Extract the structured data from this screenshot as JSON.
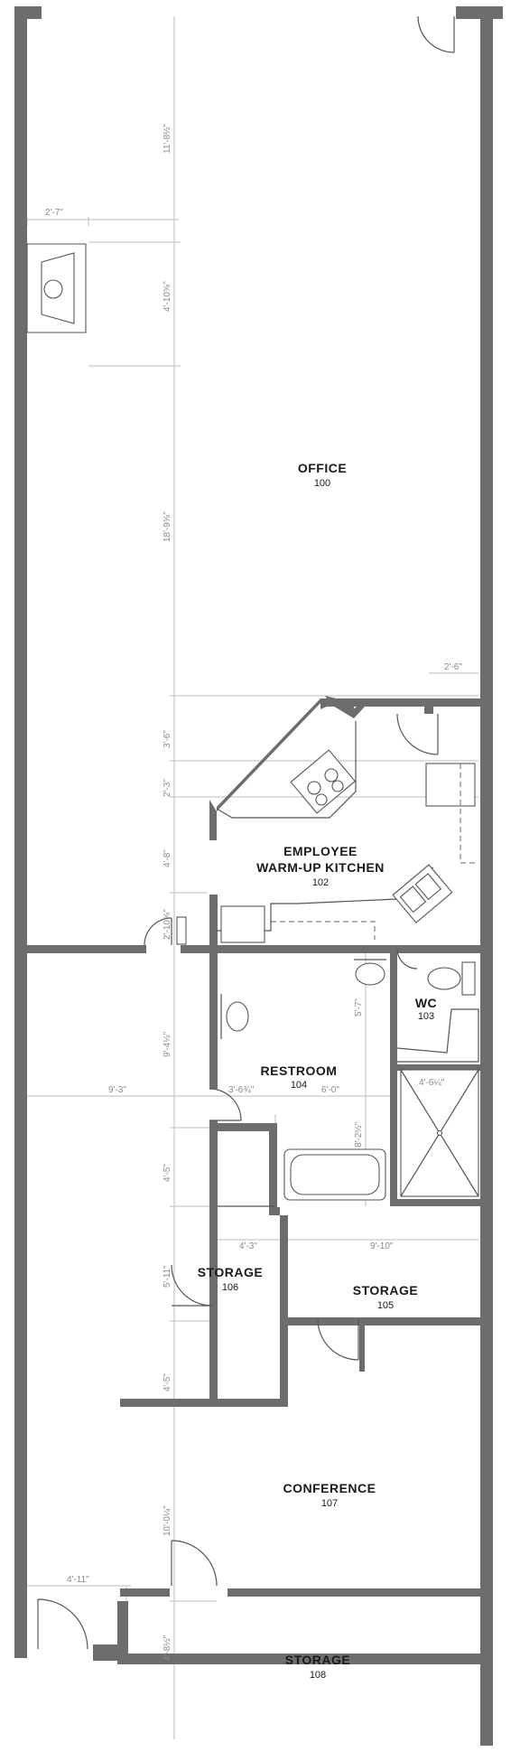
{
  "rooms": [
    {
      "name": "OFFICE",
      "number": "100"
    },
    {
      "name": "EMPLOYEE",
      "name2": "WARM-UP KITCHEN",
      "number": "102"
    },
    {
      "name": "WC",
      "number": "103"
    },
    {
      "name": "RESTROOM",
      "number": "104"
    },
    {
      "name": "STORAGE",
      "number": "105"
    },
    {
      "name": "STORAGE",
      "number": "106"
    },
    {
      "name": "CONFERENCE",
      "number": "107"
    },
    {
      "name": "STORAGE",
      "number": "108"
    }
  ],
  "dimensions": {
    "d_11_8": "11'-8½\"",
    "d_2_7": "2'-7\"",
    "d_4_10": "4'-10⅝\"",
    "d_18_9": "18'-9⅝\"",
    "d_2_6": "2'-6\"",
    "d_3_6": "3'-6\"",
    "d_2_3": "2'-3\"",
    "d_4_8": "4'-8\"",
    "d_2_10": "2'-10⅝\"",
    "d_5_7": "5'-7\"",
    "d_9_4": "9'-4½\"",
    "d_9_3": "9'-3\"",
    "d_3_6b": "3'-6¾\"",
    "d_6_0": "6'-0\"",
    "d_8_2": "8'-2½\"",
    "d_4_6": "4'-6¼\"",
    "d_4_5a": "4'-5\"",
    "d_4_3": "4'-3\"",
    "d_9_10": "9'-10\"",
    "d_5_11": "5'-11\"",
    "d_4_5b": "4'-5\"",
    "d_10_0": "10'-0¼\"",
    "d_4_11": "4'-11\"",
    "d_4_8b": "4'-8½\""
  }
}
